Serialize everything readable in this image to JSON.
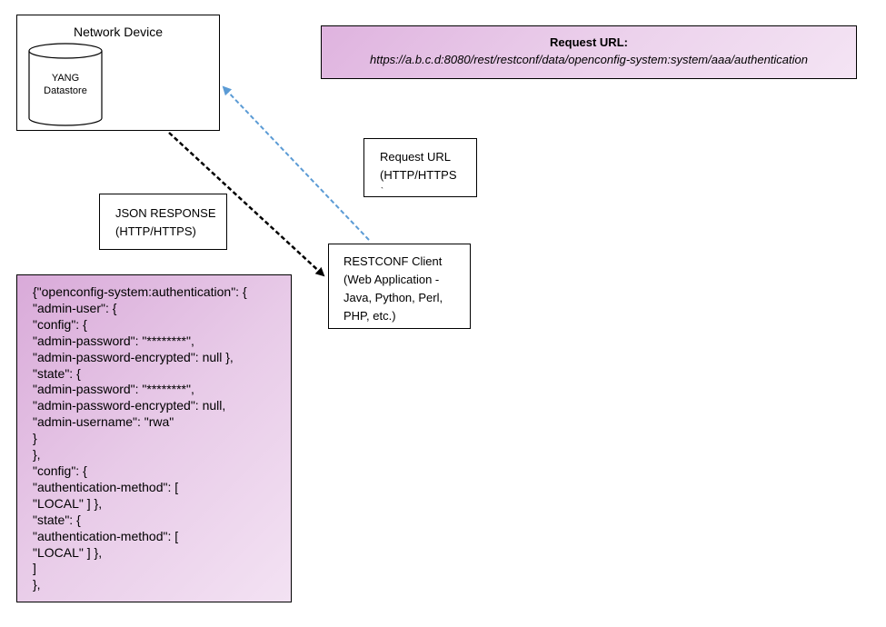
{
  "device": {
    "title": "Network Device",
    "datastore_label": "YANG\nDatastore"
  },
  "request_url_box": {
    "title": "Request URL:",
    "url": "https://a.b.c.d:8080/rest/restconf/data/openconfig-system:system/aaa/authentication"
  },
  "request_label": {
    "text": "Request URL\n(HTTP/HTTPS",
    "tick": "`"
  },
  "response_label": {
    "text": "JSON RESPONSE\n(HTTP/HTTPS)"
  },
  "client": {
    "text": "RESTCONF Client\n(Web Application -\nJava, Python, Perl,\nPHP, etc.)"
  },
  "json_response": {
    "lines": [
      "{\"openconfig-system:authentication\": {",
      "\"admin-user\": {",
      "\"config\": {",
      "\"admin-password\": \"********\",",
      "\"admin-password-encrypted\": null },",
      "\"state\": {",
      "\"admin-password\": \"********\",",
      "\"admin-password-encrypted\": null,",
      "\"admin-username\": \"rwa\"",
      "}",
      "},",
      "\"config\": {",
      "\"authentication-method\": [",
      "\"LOCAL\" ] },",
      "\"state\": {",
      "\"authentication-method\": [",
      "\"LOCAL\" ] },",
      "]",
      "},"
    ]
  },
  "colors": {
    "request_arrow": "#5b9bd5",
    "response_arrow": "#000000",
    "panel_purple": "#dfb3df"
  }
}
